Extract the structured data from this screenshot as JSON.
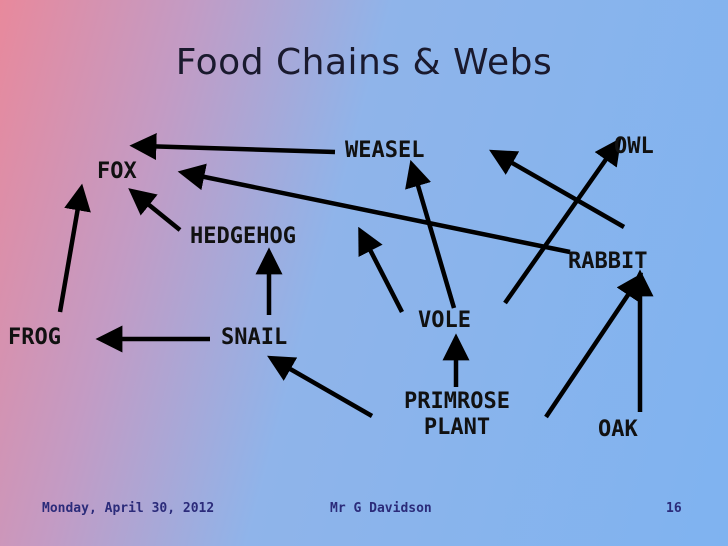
{
  "slide": {
    "title": "Food Chains & Webs"
  },
  "nodes": {
    "fox": "FOX",
    "weasel": "WEASEL",
    "owl": "OWL",
    "hedgehog": "HEDGEHOG",
    "rabbit": "RABBIT",
    "frog": "FROG",
    "snail": "SNAIL",
    "vole": "VOLE",
    "primrose_line1": "PRIMROSE",
    "primrose_line2": "PLANT",
    "oak": "OAK"
  },
  "footer": {
    "date": "Monday, April 30, 2012",
    "author": "Mr G Davidson",
    "page_number": "16"
  },
  "colors": {
    "arrow": "#000000",
    "footer_text": "#2b2b7a"
  }
}
